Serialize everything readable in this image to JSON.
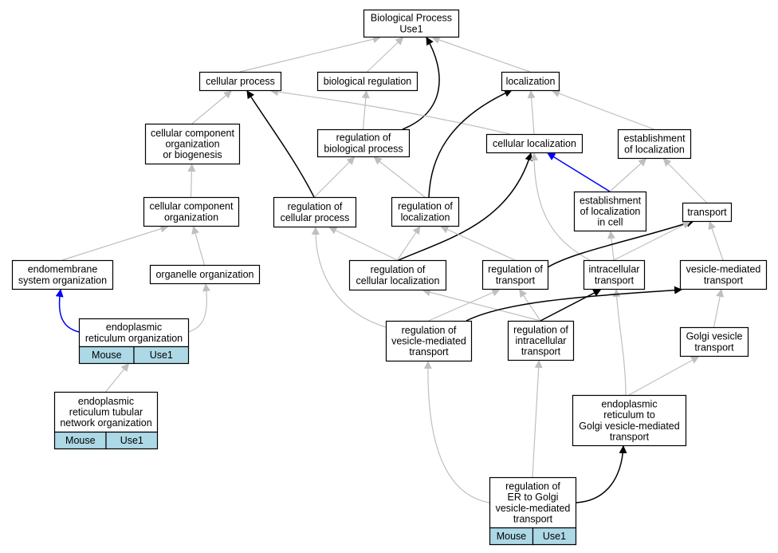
{
  "diagram": {
    "colors": {
      "gray_edge": "#bfbfbf",
      "black_edge": "#000000",
      "blue_edge": "#0000ff",
      "tag_fill": "#add8e6",
      "node_stroke": "#000000"
    },
    "nodes": [
      {
        "id": "bp",
        "lines": [
          "Biological Process",
          "Use1"
        ]
      },
      {
        "id": "cp",
        "lines": [
          "cellular process"
        ]
      },
      {
        "id": "br",
        "lines": [
          "biological regulation"
        ]
      },
      {
        "id": "loc",
        "lines": [
          "localization"
        ]
      },
      {
        "id": "ccob",
        "lines": [
          "cellular component",
          "organization",
          "or biogenesis"
        ]
      },
      {
        "id": "rbp",
        "lines": [
          "regulation of",
          "biological process"
        ]
      },
      {
        "id": "cl",
        "lines": [
          "cellular localization"
        ]
      },
      {
        "id": "eol",
        "lines": [
          "establishment",
          "of localization"
        ]
      },
      {
        "id": "cco",
        "lines": [
          "cellular component",
          "organization"
        ]
      },
      {
        "id": "rcp",
        "lines": [
          "regulation of",
          "cellular process"
        ]
      },
      {
        "id": "rl",
        "lines": [
          "regulation of",
          "localization"
        ]
      },
      {
        "id": "elc",
        "lines": [
          "establishment",
          "of localization",
          "in cell"
        ]
      },
      {
        "id": "tr",
        "lines": [
          "transport"
        ]
      },
      {
        "id": "eso",
        "lines": [
          "endomembrane",
          "system organization"
        ]
      },
      {
        "id": "oo",
        "lines": [
          "organelle organization"
        ]
      },
      {
        "id": "rcl",
        "lines": [
          "regulation of",
          "cellular localization"
        ]
      },
      {
        "id": "rt",
        "lines": [
          "regulation of",
          "transport"
        ]
      },
      {
        "id": "it",
        "lines": [
          "intracellular",
          "transport"
        ]
      },
      {
        "id": "vmt",
        "lines": [
          "vesicle-mediated",
          "transport"
        ]
      },
      {
        "id": "ero",
        "lines": [
          "endoplasmic",
          "reticulum organization"
        ],
        "tags": [
          "Mouse",
          "Use1"
        ]
      },
      {
        "id": "rvmt",
        "lines": [
          "regulation of",
          "vesicle-mediated",
          "transport"
        ]
      },
      {
        "id": "rit",
        "lines": [
          "regulation of",
          "intracellular",
          "transport"
        ]
      },
      {
        "id": "gvt",
        "lines": [
          "Golgi vesicle",
          "transport"
        ]
      },
      {
        "id": "ertno",
        "lines": [
          "endoplasmic",
          "reticulum tubular",
          "network organization"
        ],
        "tags": [
          "Mouse",
          "Use1"
        ]
      },
      {
        "id": "ergv",
        "lines": [
          "endoplasmic",
          "reticulum to",
          "Golgi vesicle-mediated",
          "transport"
        ]
      },
      {
        "id": "rergv",
        "lines": [
          "regulation of",
          "ER to Golgi",
          "vesicle-mediated",
          "transport"
        ],
        "tags": [
          "Mouse",
          "Use1"
        ]
      }
    ],
    "edges": [
      {
        "from": "cp",
        "to": "bp",
        "kind": "gray"
      },
      {
        "from": "br",
        "to": "bp",
        "kind": "gray"
      },
      {
        "from": "loc",
        "to": "bp",
        "kind": "gray"
      },
      {
        "from": "rbp",
        "to": "bp",
        "kind": "black"
      },
      {
        "from": "ccob",
        "to": "cp",
        "kind": "gray"
      },
      {
        "from": "cl",
        "to": "cp",
        "kind": "gray"
      },
      {
        "from": "rcp",
        "to": "cp",
        "kind": "black"
      },
      {
        "from": "rbp",
        "to": "br",
        "kind": "gray"
      },
      {
        "from": "cl",
        "to": "loc",
        "kind": "gray"
      },
      {
        "from": "eol",
        "to": "loc",
        "kind": "gray"
      },
      {
        "from": "rl",
        "to": "loc",
        "kind": "black"
      },
      {
        "from": "cco",
        "to": "ccob",
        "kind": "gray"
      },
      {
        "from": "rcp",
        "to": "rbp",
        "kind": "gray"
      },
      {
        "from": "rl",
        "to": "rbp",
        "kind": "gray"
      },
      {
        "from": "elc",
        "to": "cl",
        "kind": "blue"
      },
      {
        "from": "rcl",
        "to": "cl",
        "kind": "black"
      },
      {
        "from": "it",
        "to": "cl",
        "kind": "gray"
      },
      {
        "from": "elc",
        "to": "eol",
        "kind": "gray"
      },
      {
        "from": "tr",
        "to": "eol",
        "kind": "gray"
      },
      {
        "from": "eso",
        "to": "cco",
        "kind": "gray"
      },
      {
        "from": "oo",
        "to": "cco",
        "kind": "gray"
      },
      {
        "from": "rcl",
        "to": "rcp",
        "kind": "gray"
      },
      {
        "from": "rvmt",
        "to": "rcp",
        "kind": "gray"
      },
      {
        "from": "rcl",
        "to": "rl",
        "kind": "gray"
      },
      {
        "from": "rt",
        "to": "rl",
        "kind": "gray"
      },
      {
        "from": "it",
        "to": "elc",
        "kind": "gray"
      },
      {
        "from": "rt",
        "to": "tr",
        "kind": "black"
      },
      {
        "from": "it",
        "to": "tr",
        "kind": "gray"
      },
      {
        "from": "vmt",
        "to": "tr",
        "kind": "gray"
      },
      {
        "from": "ero",
        "to": "eso",
        "kind": "blue"
      },
      {
        "from": "ero",
        "to": "oo",
        "kind": "gray"
      },
      {
        "from": "rvmt",
        "to": "rt",
        "kind": "gray"
      },
      {
        "from": "rit",
        "to": "rt",
        "kind": "gray"
      },
      {
        "from": "rit",
        "to": "rcl",
        "kind": "gray"
      },
      {
        "from": "rit",
        "to": "it",
        "kind": "black"
      },
      {
        "from": "ergv",
        "to": "it",
        "kind": "gray"
      },
      {
        "from": "rvmt",
        "to": "vmt",
        "kind": "black"
      },
      {
        "from": "gvt",
        "to": "vmt",
        "kind": "gray"
      },
      {
        "from": "ertno",
        "to": "ero",
        "kind": "gray"
      },
      {
        "from": "ergv",
        "to": "gvt",
        "kind": "gray"
      },
      {
        "from": "rergv",
        "to": "rvmt",
        "kind": "gray"
      },
      {
        "from": "rergv",
        "to": "rit",
        "kind": "gray"
      },
      {
        "from": "rergv",
        "to": "ergv",
        "kind": "black"
      }
    ]
  }
}
